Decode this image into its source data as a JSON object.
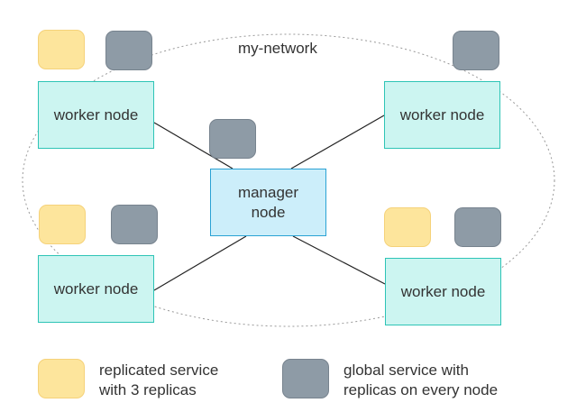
{
  "network": {
    "label": "my-network"
  },
  "nodes": {
    "worker_top_left": "worker node",
    "worker_top_right": "worker node",
    "worker_bottom_left": "worker node",
    "worker_bottom_right": "worker node",
    "manager": "manager\nnode"
  },
  "legend": {
    "replicated": "replicated service\nwith 3 replicas",
    "global": "global service with\nreplicas on every node"
  },
  "colors": {
    "worker_fill": "#ccf5f1",
    "worker_border": "#2ec4b6",
    "manager_fill": "#cceefa",
    "manager_border": "#2aa2d4",
    "replicated_service": "#fde59c",
    "global_service": "#8e9ba6"
  }
}
